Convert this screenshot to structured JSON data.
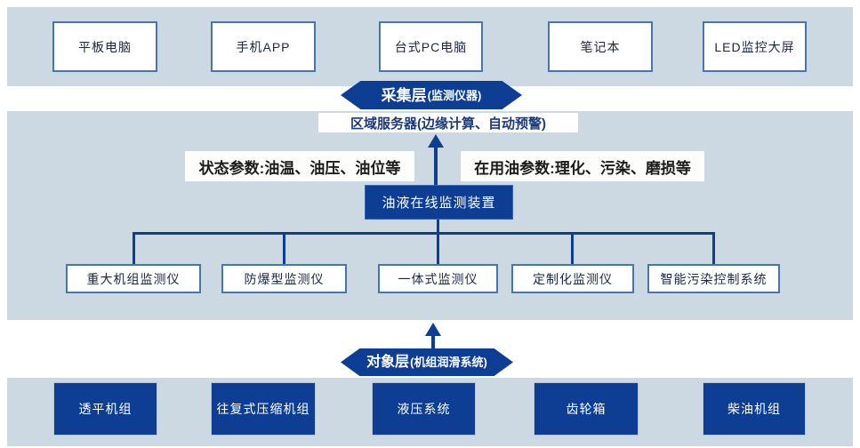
{
  "colors": {
    "band_background": "#ccd8e2",
    "primary_blue": "#0d3e93",
    "box_border_blue": "#4a74ae",
    "connector_blue": "#0e3e92",
    "dark_text": "#1b2740",
    "server_text_blue": "#1d3a78"
  },
  "top_band": {
    "devices": [
      "平板电脑",
      "手机APP",
      "台式PC电脑",
      "笔记本",
      "LED监控大屏"
    ]
  },
  "collection_layer": {
    "title": "采集层",
    "subtitle": "(监测仪器)"
  },
  "middle": {
    "server_label": "区域服务器(边缘计算、自动预警)",
    "left_param": "状态参数:油温、油压、油位等",
    "right_param": "在用油参数:理化、污染、磨损等",
    "device_box": "油液在线监测装置",
    "monitors": [
      "重大机组监测仪",
      "防爆型监测仪",
      "一体式监测仪",
      "定制化监测仪",
      "智能污染控制系统"
    ]
  },
  "object_layer": {
    "title": "对象层",
    "subtitle": "(机组润滑系统)"
  },
  "bottom_band": {
    "equipment": [
      "透平机组",
      "往复式压缩机组",
      "液压系统",
      "齿轮箱",
      "柴油机组"
    ]
  }
}
